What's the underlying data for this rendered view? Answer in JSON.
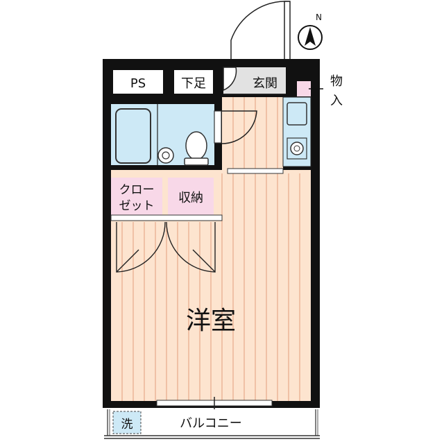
{
  "labels": {
    "ps": "PS",
    "shoe_storage": "下足",
    "entrance": "玄関",
    "storage_closet_line1": "物",
    "storage_closet_line2": "入",
    "closet_line1": "クロー",
    "closet_line2": "ゼット",
    "storage": "収納",
    "western_room": "洋室",
    "washer": "洗",
    "balcony": "バルコニー"
  },
  "compass": {
    "label": "N"
  },
  "colors": {
    "wall": "#111111",
    "floor_wood": "#fde4cf",
    "floor_grain": "#e8a98a",
    "bath_tile": "#cde9f6",
    "storage_pink": "#f8d8e8",
    "entrance_gray": "#dcdcdc"
  }
}
